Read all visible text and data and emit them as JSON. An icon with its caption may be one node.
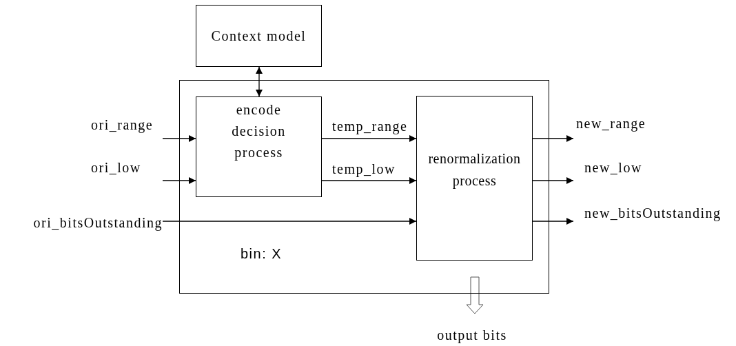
{
  "diagram": {
    "nodes": [
      {
        "text": [
          "Context model"
        ]
      },
      {
        "text": [
          "bin: X"
        ]
      },
      {
        "text": [
          "encode decision process"
        ],
        "in": 1
      },
      {
        "text": [
          "renormalization process"
        ],
        "in": 1
      },
      {
        "text": [
          "ori_range"
        ]
      },
      {
        "text": [
          "ori_low"
        ]
      },
      {
        "text": [
          "ori_bitsOutstanding"
        ]
      },
      {
        "text": [
          "new_range"
        ]
      },
      {
        "text": [
          "new_low"
        ]
      },
      {
        "text": [
          "new_bitsOutstanding"
        ]
      },
      {
        "text": [
          "output bits"
        ]
      }
    ],
    "edges": [
      {
        "from": 0,
        "to": 2,
        "arrow": "both"
      },
      {
        "from": 4,
        "to": 2,
        "arrow": "to"
      },
      {
        "from": 5,
        "to": 2,
        "arrow": "to"
      },
      {
        "from": 2,
        "to": 3,
        "arrow": "to",
        "label": "temp_range"
      },
      {
        "from": 2,
        "to": 3,
        "arrow": "to",
        "label": "temp_low"
      },
      {
        "from": 6,
        "to": 3,
        "arrow": "to"
      },
      {
        "from": 3,
        "to": 7,
        "arrow": "to"
      },
      {
        "from": 3,
        "to": 8,
        "arrow": "to"
      },
      {
        "from": 3,
        "to": 9,
        "arrow": "to"
      },
      {
        "from": 1,
        "to": 10,
        "arrow": "to",
        "style": "thick"
      }
    ]
  }
}
